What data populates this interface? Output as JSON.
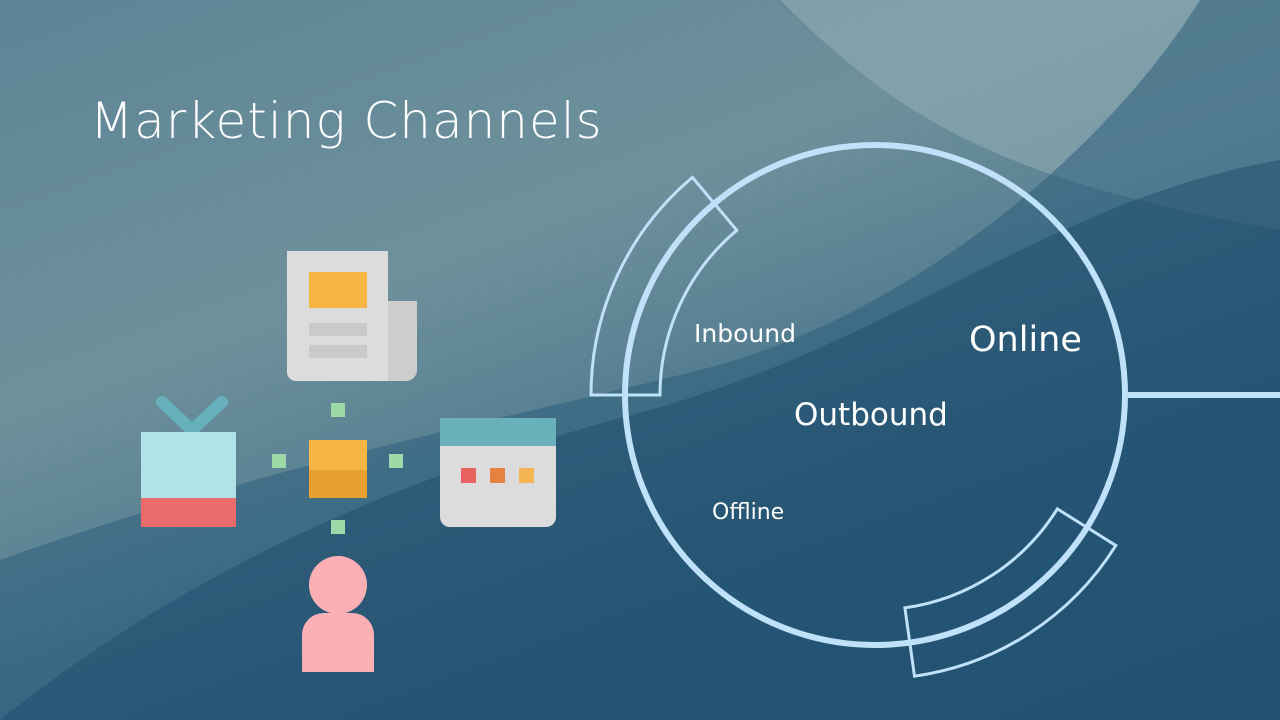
{
  "slide": {
    "title": "Marketing Channels",
    "diagram": {
      "labels": {
        "inbound": "Inbound",
        "online": "Online",
        "outbound": "Outbound",
        "offline": "Offline"
      },
      "ring_color": "#bfe1f9"
    },
    "icons": [
      "newspaper-icon",
      "tv-icon",
      "browser-window-icon",
      "person-icon",
      "hub-icon"
    ]
  }
}
